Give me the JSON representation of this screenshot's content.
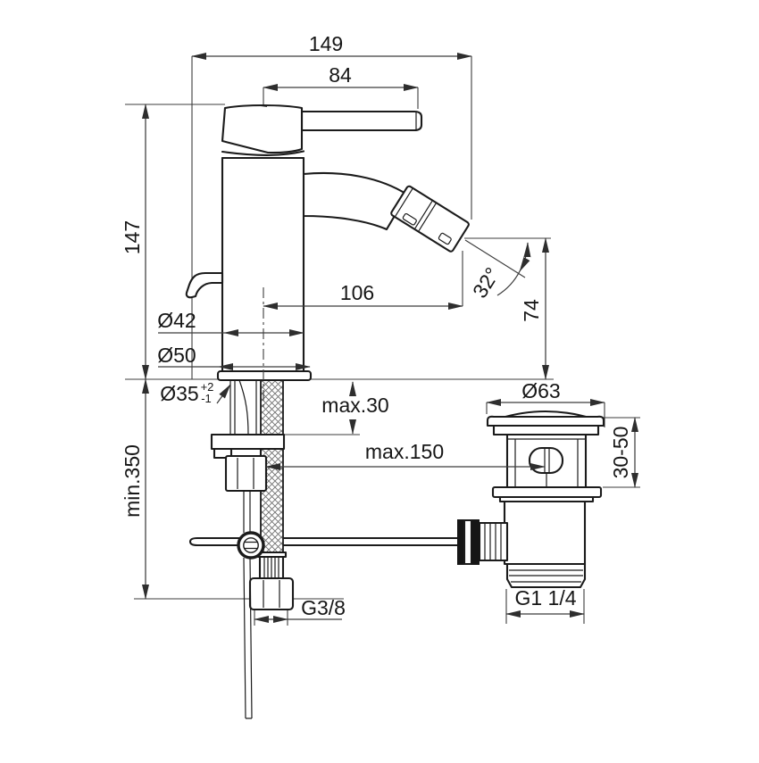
{
  "drawing": {
    "labels": {
      "depth_total": "149",
      "handle_length": "84",
      "height_above_deck": "147",
      "hose_min_length": "min.350",
      "spout_reach": "106",
      "body_diameter": "Ø42",
      "base_diameter": "Ø50",
      "hole_diameter": "Ø35",
      "hole_tol_plus": "+2",
      "hole_tol_minus": "-1",
      "deck_max_thickness": "max.30",
      "rod_max_reach": "max.150",
      "spout_angle": "32°",
      "spout_outlet_height": "74",
      "waste_cap_diameter": "Ø63",
      "waste_height_range": "30-50",
      "supply_thread": "G3/8",
      "waste_thread": "G1 1/4"
    },
    "colors": {
      "line": "#1b1b1b",
      "dimension": "#3c3c3c",
      "background": "#ffffff"
    }
  }
}
